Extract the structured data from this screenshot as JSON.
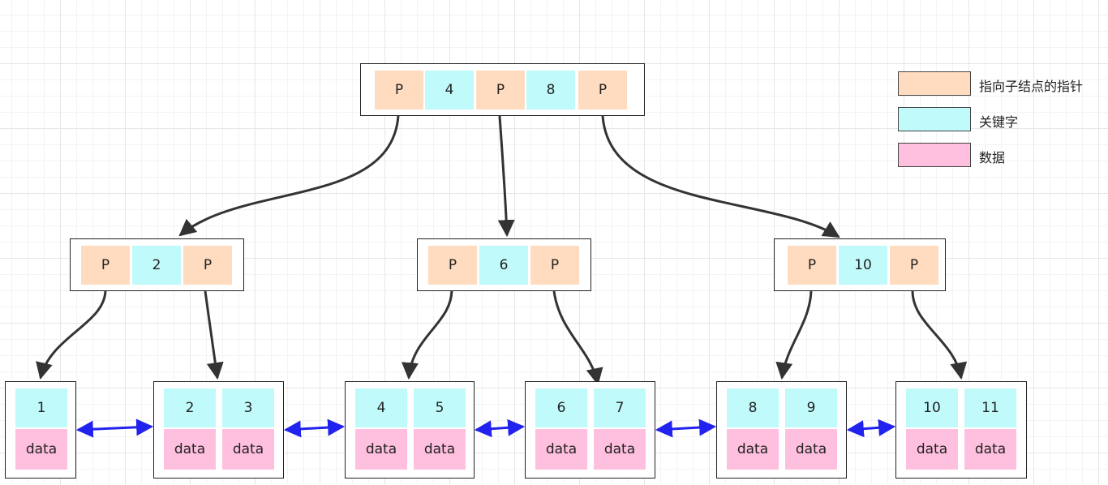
{
  "colors": {
    "pointer": "#ffdcbf",
    "key": "#c0fafa",
    "data": "#ffbfdf",
    "tree_arrow": "#333333",
    "leaf_link": "#2222ee"
  },
  "legend": [
    {
      "type": "pointer",
      "label": "指向子结点的指针"
    },
    {
      "type": "key",
      "label": "关键字"
    },
    {
      "type": "data",
      "label": "数据"
    }
  ],
  "root": {
    "cells": [
      {
        "type": "pointer",
        "text": "P"
      },
      {
        "type": "key",
        "text": "4"
      },
      {
        "type": "pointer",
        "text": "P"
      },
      {
        "type": "key",
        "text": "8"
      },
      {
        "type": "pointer",
        "text": "P"
      }
    ]
  },
  "internal": [
    {
      "cells": [
        {
          "type": "pointer",
          "text": "P"
        },
        {
          "type": "key",
          "text": "2"
        },
        {
          "type": "pointer",
          "text": "P"
        }
      ]
    },
    {
      "cells": [
        {
          "type": "pointer",
          "text": "P"
        },
        {
          "type": "key",
          "text": "6"
        },
        {
          "type": "pointer",
          "text": "P"
        }
      ]
    },
    {
      "cells": [
        {
          "type": "pointer",
          "text": "P"
        },
        {
          "type": "key",
          "text": "10"
        },
        {
          "type": "pointer",
          "text": "P"
        }
      ]
    }
  ],
  "leaves": [
    {
      "entries": [
        {
          "key": "1",
          "data": "data"
        }
      ]
    },
    {
      "entries": [
        {
          "key": "2",
          "data": "data"
        },
        {
          "key": "3",
          "data": "data"
        }
      ]
    },
    {
      "entries": [
        {
          "key": "4",
          "data": "data"
        },
        {
          "key": "5",
          "data": "data"
        }
      ]
    },
    {
      "entries": [
        {
          "key": "6",
          "data": "data"
        },
        {
          "key": "7",
          "data": "data"
        }
      ]
    },
    {
      "entries": [
        {
          "key": "8",
          "data": "data"
        },
        {
          "key": "9",
          "data": "data"
        }
      ]
    },
    {
      "entries": [
        {
          "key": "10",
          "data": "data"
        },
        {
          "key": "11",
          "data": "data"
        }
      ]
    }
  ]
}
